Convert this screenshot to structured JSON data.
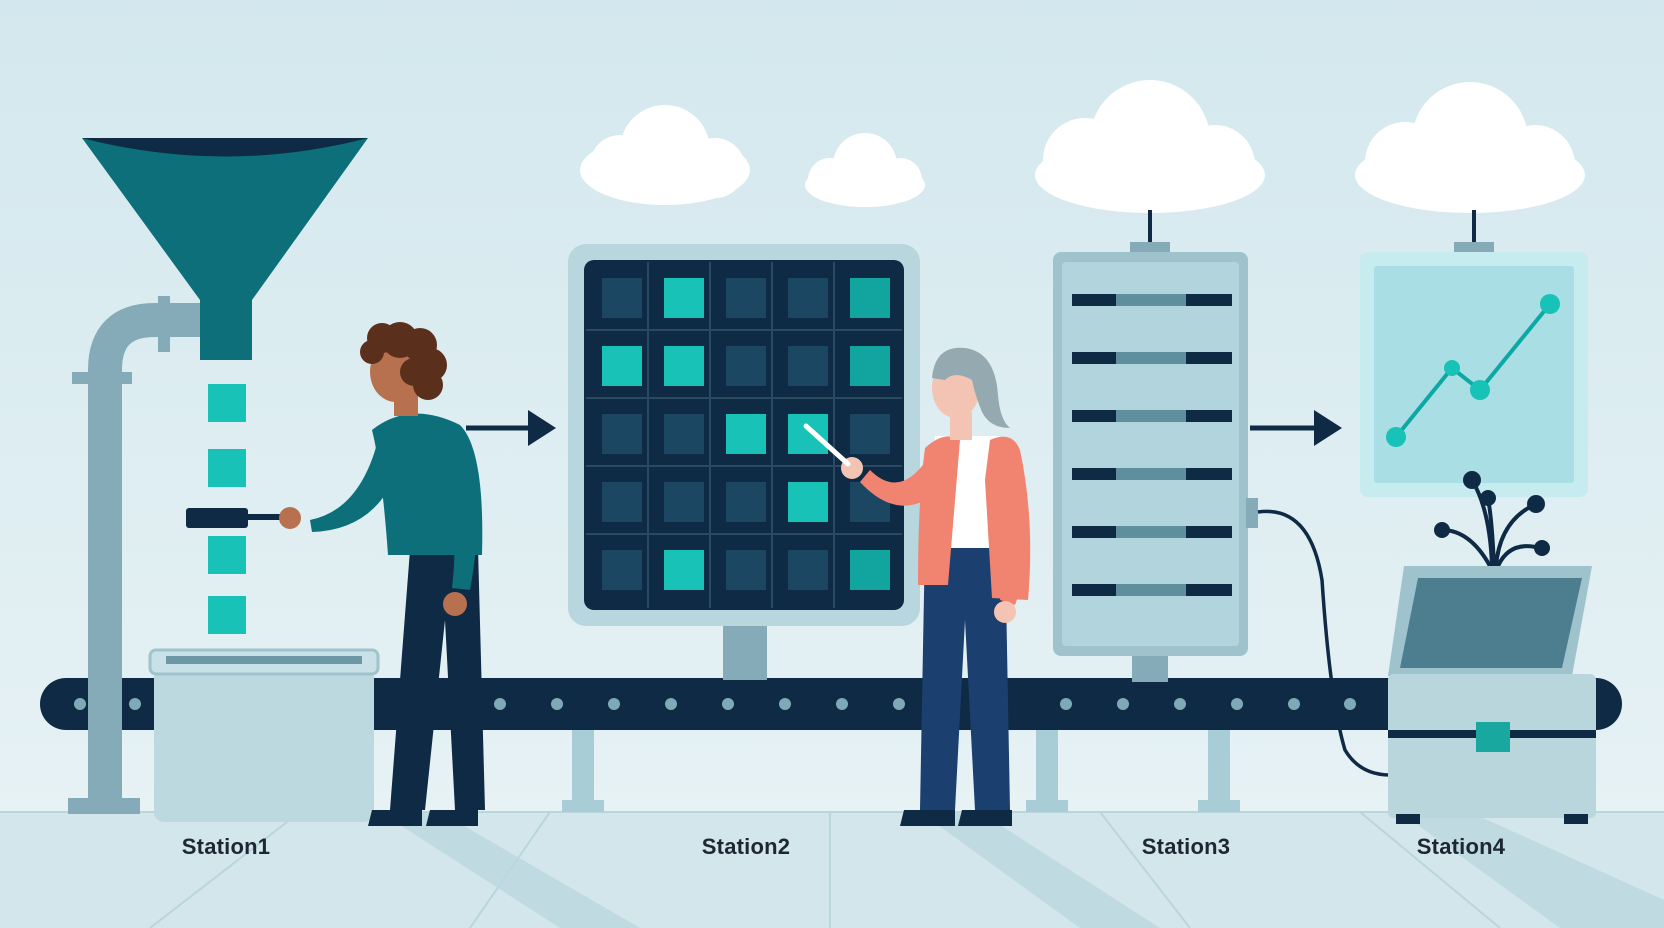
{
  "stations": [
    {
      "id": "s1",
      "label": "Station1"
    },
    {
      "id": "s2",
      "label": "Station2"
    },
    {
      "id": "s3",
      "label": "Station3"
    },
    {
      "id": "s4",
      "label": "Station4"
    }
  ],
  "colors": {
    "sky": "#d7ebef",
    "floor": "#cfe5ea",
    "navy": "#0e2a44",
    "teal_dark": "#0c6f7a",
    "teal_bright": "#18c2b7",
    "machine_light": "#a9cdd6",
    "panel_bg": "#b7dfe3",
    "coral": "#f08470",
    "cloud": "#ffffff"
  },
  "grid_lit_cells": [
    [
      0,
      1
    ],
    [
      0,
      4
    ],
    [
      1,
      0
    ],
    [
      1,
      1
    ],
    [
      1,
      4
    ],
    [
      2,
      2
    ],
    [
      2,
      3
    ],
    [
      3,
      3
    ],
    [
      4,
      1
    ],
    [
      4,
      4
    ]
  ],
  "icons": [
    "funnel-icon",
    "cloud-icon",
    "arrow-right-icon",
    "line-chart-icon",
    "sprout-icon",
    "conveyor-icon"
  ]
}
